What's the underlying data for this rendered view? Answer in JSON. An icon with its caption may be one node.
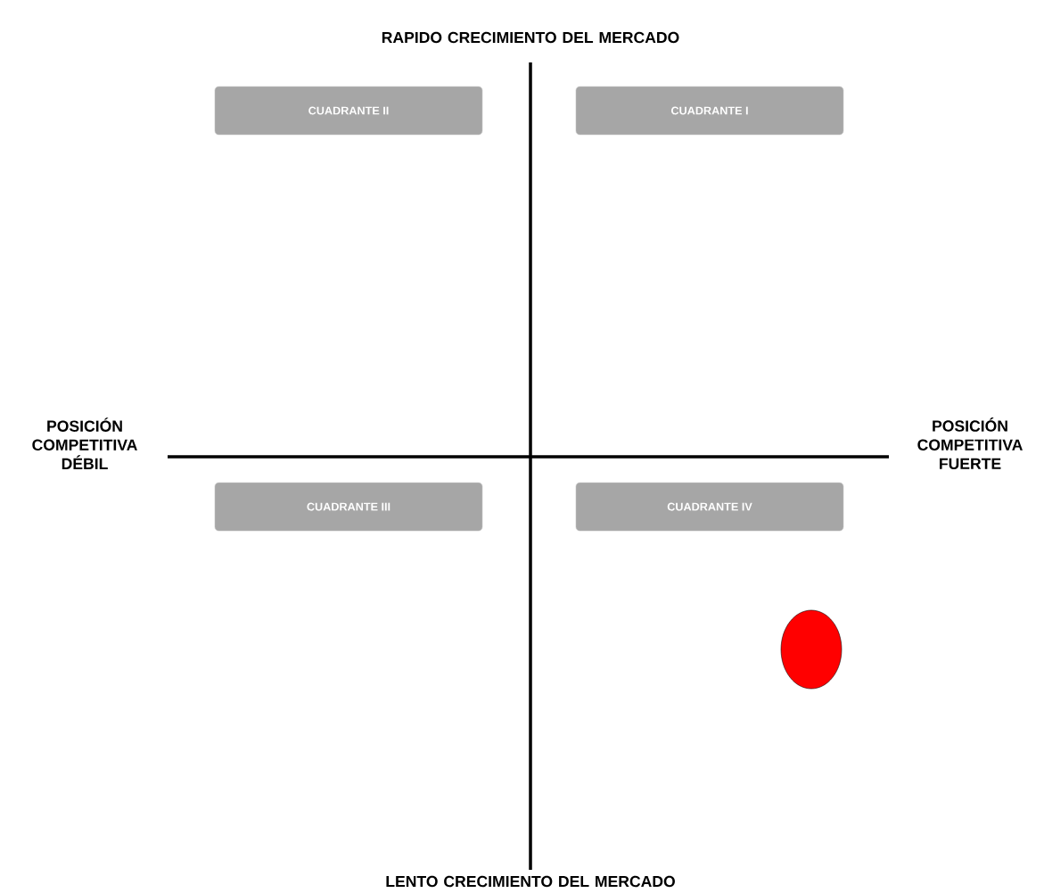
{
  "diagram": {
    "nodes": [
      {
        "text": [
          "CUADRANTE II"
        ]
      },
      {
        "text": [
          "CUADRANTE I"
        ]
      },
      {
        "text": [
          "CUADRANTE III"
        ]
      },
      {
        "text": [
          "CUADRANTE IV"
        ]
      },
      {
        "text": [],
        "shape": "circle"
      }
    ],
    "edges": [],
    "labels": [
      "RAPIDO CRECIMIENTO DEL MERCADO",
      "POSICIÓN COMPETITIVA DÉBIL",
      "POSICIÓN COMPETITIVA FUERTE",
      "LENTO CRECIMIENTO DEL MERCADO"
    ]
  }
}
